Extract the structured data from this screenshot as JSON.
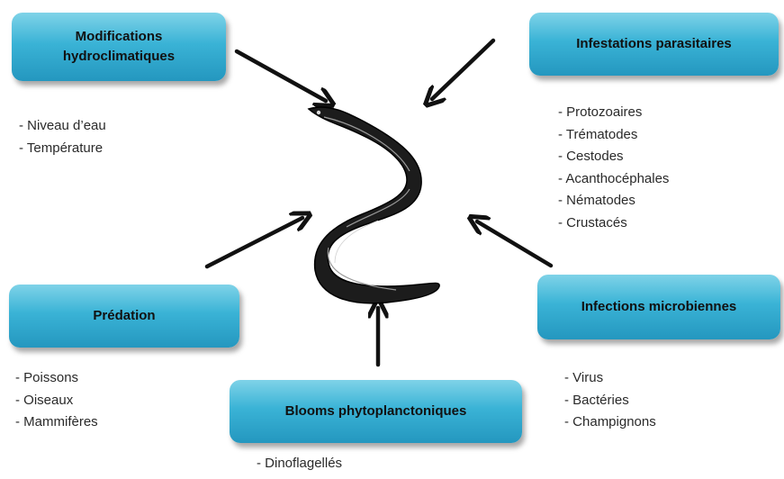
{
  "boxes": {
    "hydro": "Modifications hydroclimatiques",
    "parasites": "Infestations parasitaires",
    "predation": "Prédation",
    "microbes": "Infections microbiennes",
    "blooms": "Blooms phytoplanctoniques"
  },
  "lists": {
    "hydro": [
      "Niveau d’eau",
      "Température"
    ],
    "parasites": [
      "Protozoaires",
      "Trématodes",
      "Cestodes",
      "Acanthocéphales",
      "Nématodes",
      "Crustacés"
    ],
    "predation": [
      "Poissons",
      "Oiseaux",
      "Mammifères"
    ],
    "microbes": [
      "Virus",
      "Bactéries",
      "Champignons"
    ],
    "blooms": [
      "Dinoflagellés"
    ]
  },
  "colors": {
    "box_top": "#7fd3e8",
    "box_bottom": "#2497bf",
    "arrow": "#111111"
  },
  "center_image": "eel-illustration"
}
